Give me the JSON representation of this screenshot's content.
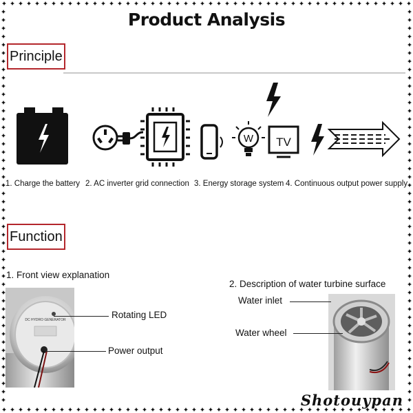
{
  "page": {
    "title": "Product Analysis",
    "brand": "Shotouypan",
    "accent_color": "#b3262b"
  },
  "principle": {
    "heading": "Principle",
    "steps": [
      {
        "caption": "1. Charge the battery",
        "icon": "battery-icon"
      },
      {
        "caption": "2. AC inverter grid connection",
        "icon": "inverter-icon"
      },
      {
        "caption": "3. Energy storage system",
        "icon": "storage-icon"
      },
      {
        "caption": "4. Continuous output power supply",
        "icon": "output-arrow-icon"
      }
    ],
    "tv_label": "TV",
    "bulb_label": "W"
  },
  "function": {
    "heading": "Function",
    "front_view": {
      "subhead": "1. Front view explanation",
      "callouts": [
        "Rotating LED",
        "Power output"
      ],
      "label_text": "DC HYDRO GENERATOR"
    },
    "turbine": {
      "subhead": "2. Description of water turbine surface",
      "callouts": [
        "Water inlet",
        "Water wheel"
      ]
    }
  }
}
